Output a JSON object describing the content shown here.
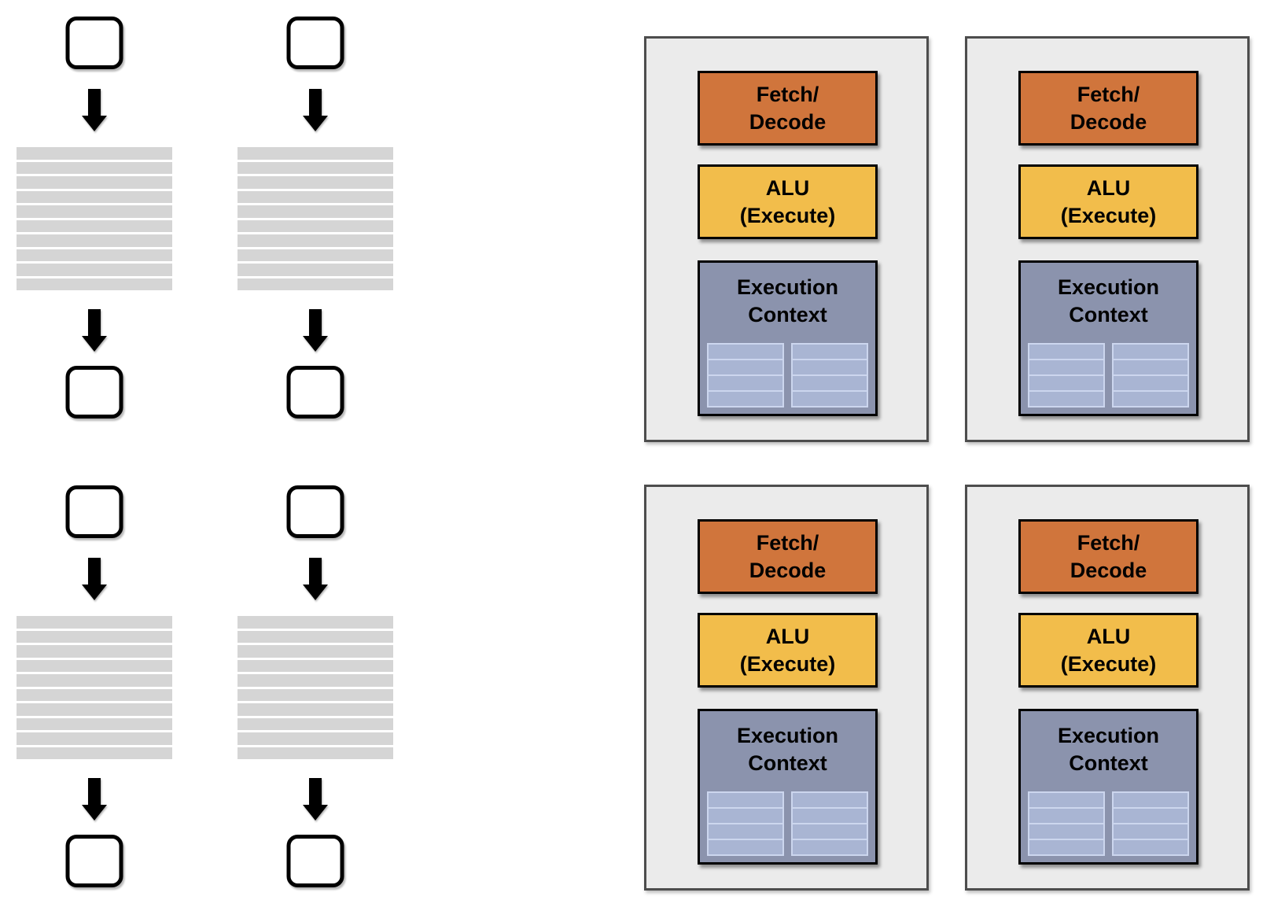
{
  "colors": {
    "page_bg": "#ffffff",
    "arrow": "#000000",
    "code_stripe": "#d5d5d5",
    "card_bg": "#ebebeb",
    "card_border": "#4d4d4d",
    "fetch_decode_fill": "#d0753c",
    "alu_fill": "#f2bd4b",
    "exec_context_fill": "#8b93ad",
    "context_cell_fill": "#a9b5d3",
    "context_cell_border": "#ccd6ee"
  },
  "left_panel": {
    "flow_count": 4,
    "stripe_count": 10
  },
  "core_count": 4,
  "core_card": {
    "fetch_decode_line1": "Fetch/",
    "fetch_decode_line2": "Decode",
    "alu_line1": "ALU",
    "alu_line2": "(Execute)",
    "context_line1": "Execution",
    "context_line2": "Context",
    "context_register_rows": 4,
    "context_register_columns": 2
  }
}
